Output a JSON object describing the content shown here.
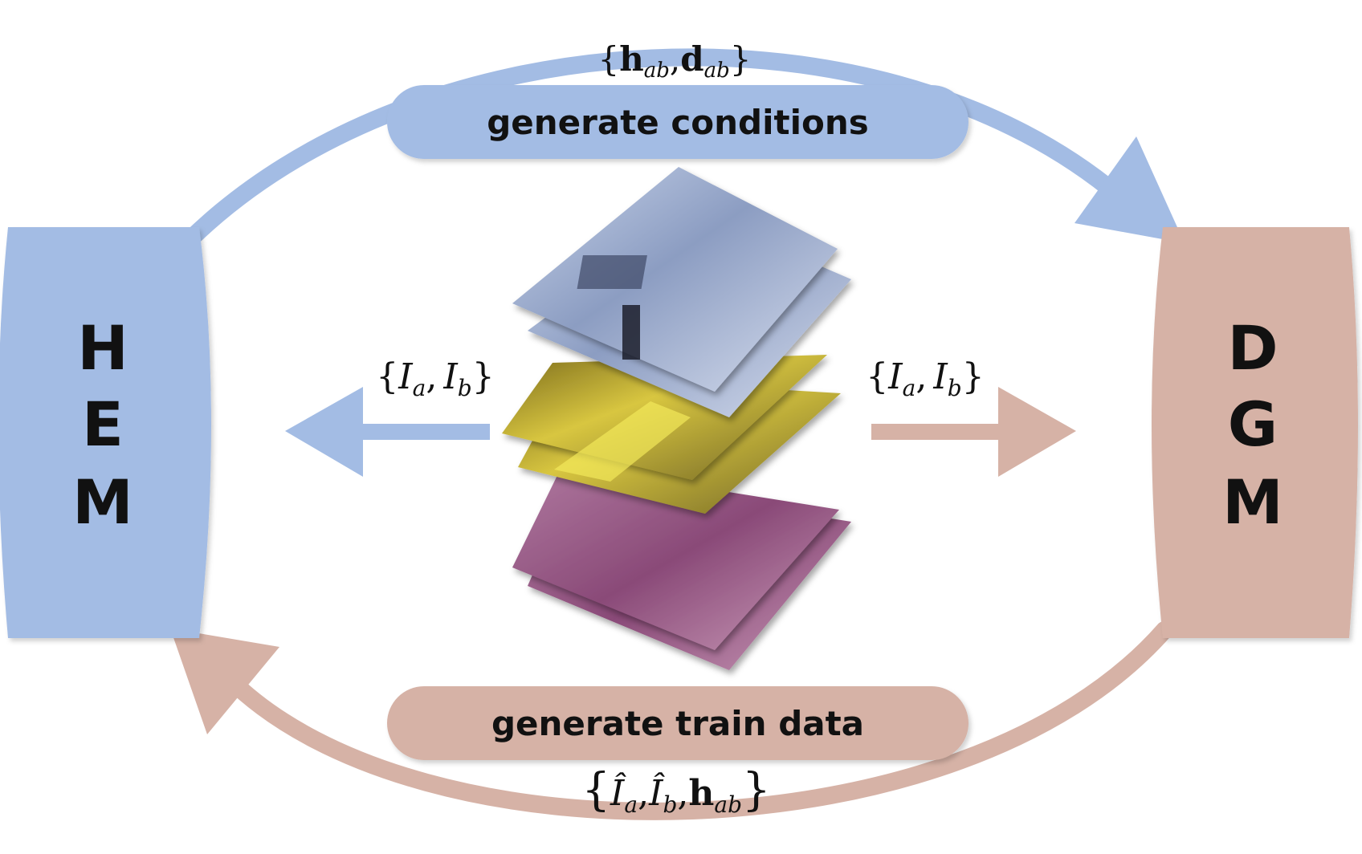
{
  "left_block": {
    "letters": [
      "H",
      "E",
      "M"
    ],
    "color": "#a3bce4"
  },
  "right_block": {
    "letters": [
      "D",
      "G",
      "M"
    ],
    "color": "#d6b2a6"
  },
  "top_label": "generate conditions",
  "bottom_label": "generate train data",
  "top_condition": {
    "open": "{",
    "h": "h",
    "h_sub": "ab",
    "comma": ",",
    "d": "d",
    "d_sub": "ab",
    "close": "}"
  },
  "pair_left": {
    "open": "{",
    "a": "I",
    "a_sub": "a",
    "comma": ",",
    "b": "I",
    "b_sub": "b",
    "close": "}"
  },
  "pair_right": {
    "open": "{",
    "a": "I",
    "a_sub": "a",
    "comma": ",",
    "b": "I",
    "b_sub": "b",
    "close": "}"
  },
  "bottom_condition": {
    "open": "{",
    "a": "Î",
    "a_sub": "a",
    "comma1": ",",
    "b": "Î",
    "b_sub": "b",
    "comma2": ",",
    "h": "h",
    "h_sub": "ab",
    "close": "}"
  },
  "colors": {
    "blue": "#a3bce4",
    "pink": "#d6b2a6",
    "text": "#111111"
  },
  "image_stack": [
    {
      "name": "snow-temple",
      "color": "#9fb0cf"
    },
    {
      "name": "tokyo-tower-night",
      "color": "#b8a23a"
    },
    {
      "name": "bench-magenta",
      "color": "#9a5a84"
    }
  ]
}
